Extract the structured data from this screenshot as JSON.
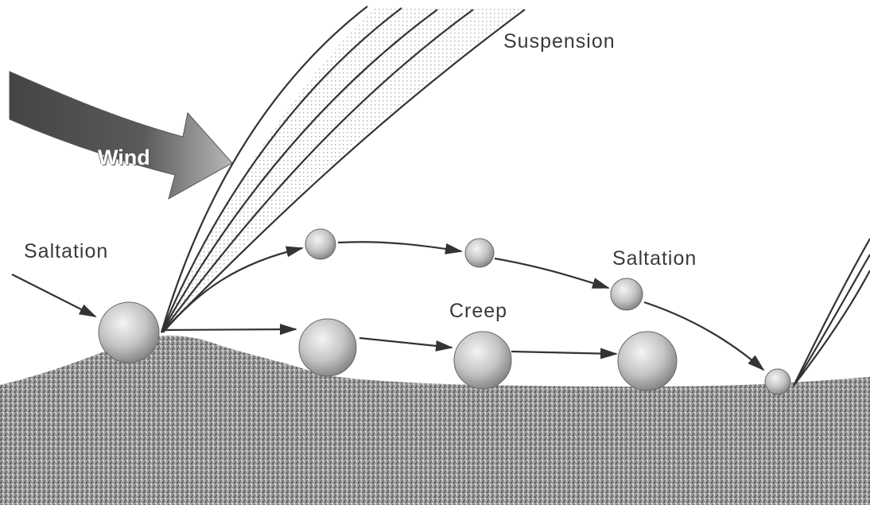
{
  "labels": {
    "suspension": "Suspension",
    "wind": "Wind",
    "saltation_left": "Saltation",
    "saltation_right": "Saltation",
    "creep": "Creep"
  },
  "colors": {
    "ground": "#8a8a8a",
    "ground_speckle": "#5e5e5e",
    "arrow_line": "#333333",
    "wind_arrow_dark": "#4a4a4a",
    "wind_arrow_light": "#bdbdbd",
    "grain_light": "#f0f0f0",
    "grain_dark": "#8c8c8c"
  }
}
